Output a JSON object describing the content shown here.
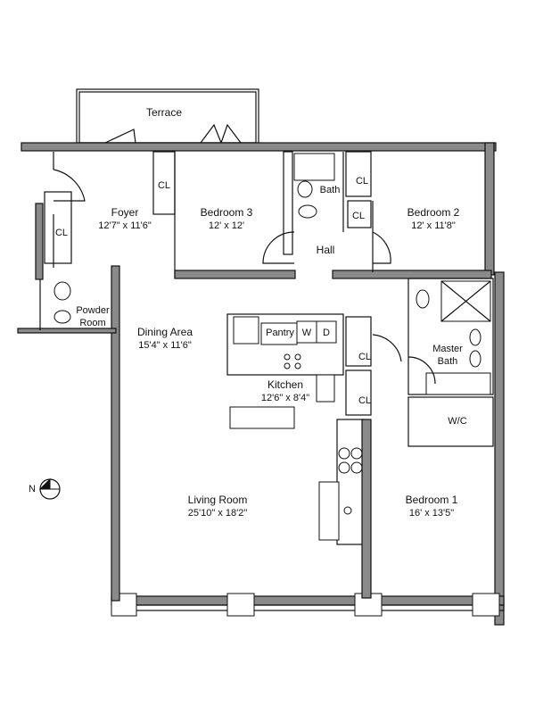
{
  "rooms": {
    "terrace": {
      "name": "Terrace"
    },
    "foyer": {
      "name": "Foyer",
      "size": "12'7\" x 11'6\""
    },
    "bedroom3": {
      "name": "Bedroom 3",
      "size": "12' x 12'"
    },
    "bath": {
      "name": "Bath"
    },
    "bedroom2": {
      "name": "Bedroom 2",
      "size": "12' x 11'8\""
    },
    "hall": {
      "name": "Hall"
    },
    "powder": {
      "name": "Powder Room"
    },
    "dining": {
      "name": "Dining Area",
      "size": "15'4\" x 11'6\""
    },
    "kitchen": {
      "name": "Kitchen",
      "size": "12'6\" x 8'4\""
    },
    "pantry": {
      "name": "Pantry"
    },
    "washer": {
      "name": "W"
    },
    "dryer": {
      "name": "D"
    },
    "master_bath": {
      "name": "Master Bath"
    },
    "wc": {
      "name": "W/C"
    },
    "living": {
      "name": "Living Room",
      "size": "25'10\" x 18'2\""
    },
    "bedroom1": {
      "name": "Bedroom 1",
      "size": "16' x 13'5\""
    }
  },
  "closet_label": "CL",
  "compass": {
    "label": "N"
  }
}
